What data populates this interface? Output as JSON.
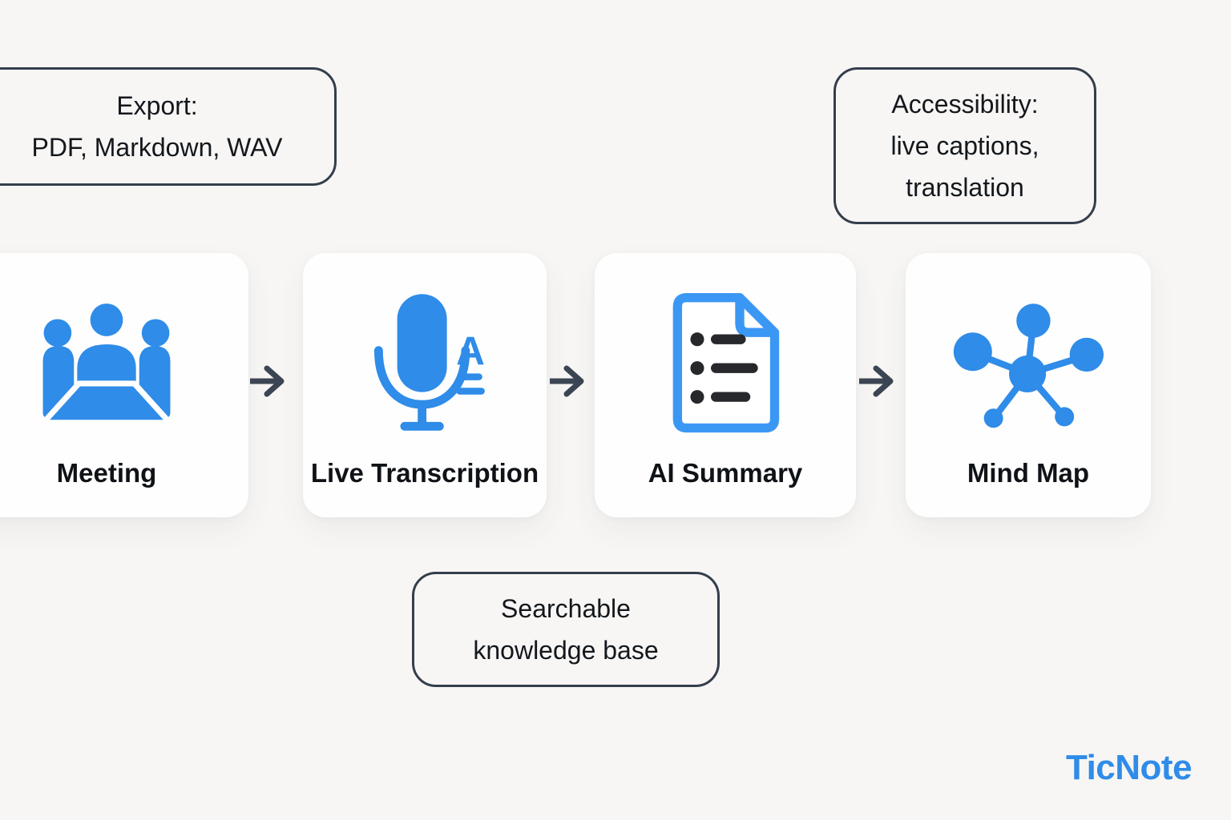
{
  "colors": {
    "background": "#f7f6f4",
    "card": "#fefefe",
    "accent_blue": "#2f8ce8",
    "document_blue": "#3b97f4",
    "outline_dark": "#343e4c",
    "arrow_dark": "#3c4553",
    "text_dark": "#14171c",
    "bullet_dark": "#26282c",
    "logo_blue": "#2f8ce9"
  },
  "annotations": {
    "export": {
      "lines": [
        "Export:",
        "PDF, Markdown, WAV"
      ]
    },
    "accessibility": {
      "lines": [
        "Accessibility:",
        "live captions,",
        "translation"
      ]
    },
    "knowledge": {
      "lines": [
        "Searchable",
        "knowledge base"
      ]
    }
  },
  "flow": {
    "transcription_letter": "A",
    "steps": [
      {
        "label": "Meeting"
      },
      {
        "label": "Live Transcription"
      },
      {
        "label": "AI Summary"
      },
      {
        "label": "Mind Map"
      }
    ]
  },
  "brand": {
    "logo_text": "TicNote"
  }
}
